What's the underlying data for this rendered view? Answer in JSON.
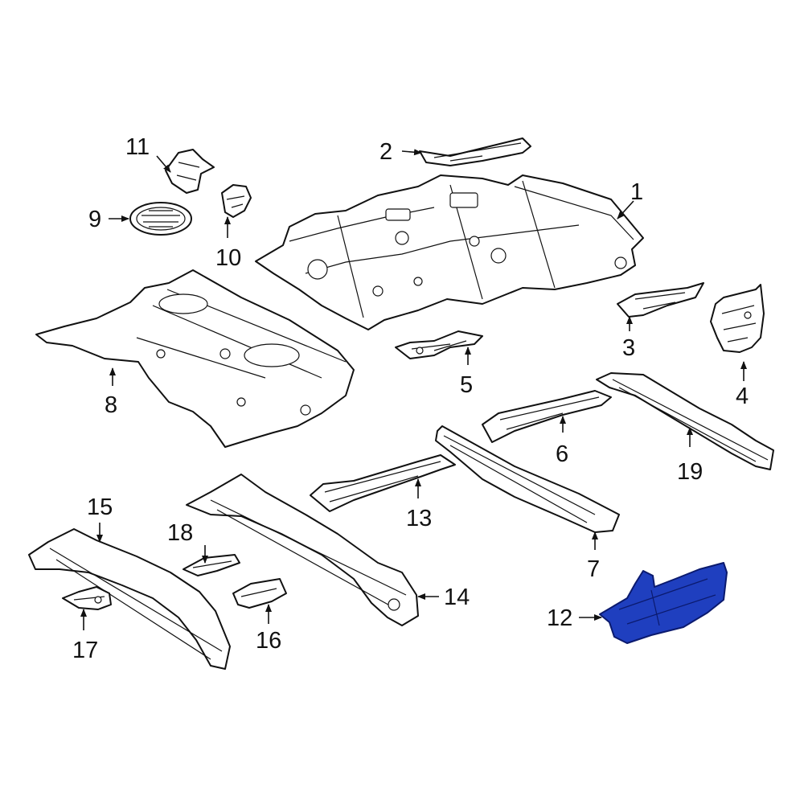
{
  "diagram": {
    "highlight_color": "#1f3fbf",
    "callouts": [
      {
        "id": "1",
        "label": "1"
      },
      {
        "id": "2",
        "label": "2"
      },
      {
        "id": "3",
        "label": "3"
      },
      {
        "id": "4",
        "label": "4"
      },
      {
        "id": "5",
        "label": "5"
      },
      {
        "id": "6",
        "label": "6"
      },
      {
        "id": "7",
        "label": "7"
      },
      {
        "id": "8",
        "label": "8"
      },
      {
        "id": "9",
        "label": "9"
      },
      {
        "id": "10",
        "label": "10"
      },
      {
        "id": "11",
        "label": "11"
      },
      {
        "id": "12",
        "label": "12",
        "highlighted": true
      },
      {
        "id": "13",
        "label": "13"
      },
      {
        "id": "14",
        "label": "14"
      },
      {
        "id": "15",
        "label": "15"
      },
      {
        "id": "16",
        "label": "16"
      },
      {
        "id": "17",
        "label": "17"
      },
      {
        "id": "18",
        "label": "18"
      },
      {
        "id": "19",
        "label": "19"
      }
    ]
  }
}
